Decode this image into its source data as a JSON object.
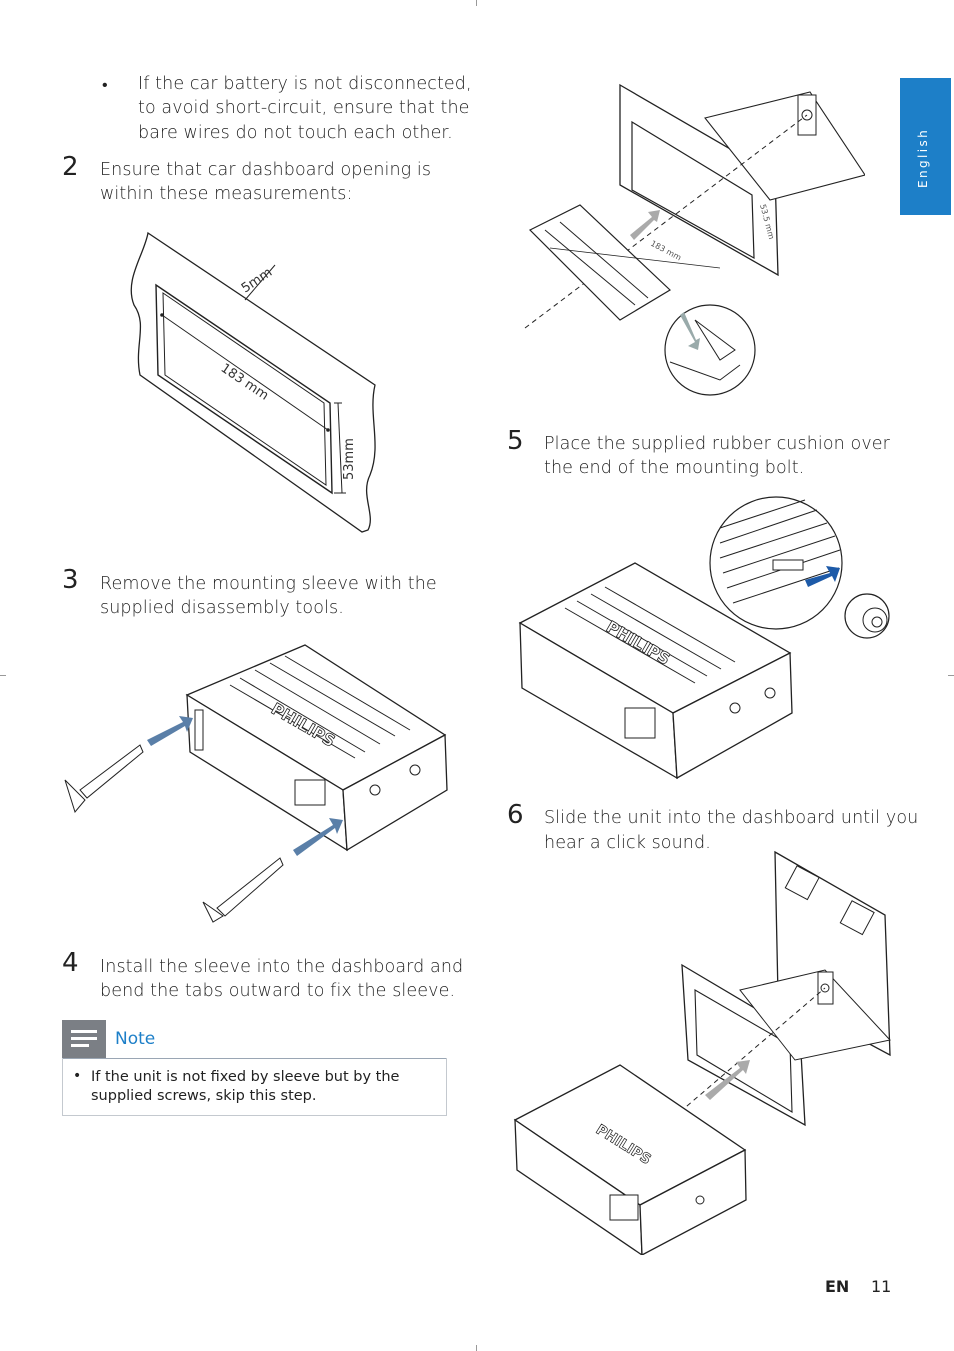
{
  "side_tab": "English",
  "bullet_intro": {
    "marker": "•",
    "text_lines": [
      "If the car battery is not disconnected,",
      "to avoid short-circuit, ensure that the",
      "bare wires do not touch each other."
    ]
  },
  "steps": [
    {
      "num": "2",
      "lines": [
        "Ensure that car dashboard opening is",
        "within these measurements:"
      ]
    },
    {
      "num": "3",
      "lines": [
        "Remove the mounting sleeve with the",
        "supplied disassembly tools."
      ]
    },
    {
      "num": "4",
      "lines": [
        "Install the sleeve into the dashboard and",
        "bend the tabs outward to fix the sleeve."
      ]
    },
    {
      "num": "5",
      "lines": [
        "Place the supplied rubber cushion over",
        "the end of the mounting bolt."
      ]
    },
    {
      "num": "6",
      "lines": [
        "Slide the unit into the dashboard until you",
        "hear a click sound."
      ]
    }
  ],
  "dimensions": {
    "top": "5mm",
    "width": "183 mm",
    "height": "53mm",
    "small_width": "183 mm",
    "small_height": "53.5 mm"
  },
  "brand_label": "PHILIPS",
  "note": {
    "label": "Note",
    "marker": "•",
    "text_lines": [
      "If the unit is not fixed by sleeve but by the",
      "supplied screws, skip this step."
    ]
  },
  "footer": {
    "lang": "EN",
    "page": "11"
  },
  "colors": {
    "accent": "#1d7fc8",
    "note_icon": "#7b7f85",
    "arrow": "#5a7fa8",
    "arrow_dark": "#1d5aa8"
  }
}
